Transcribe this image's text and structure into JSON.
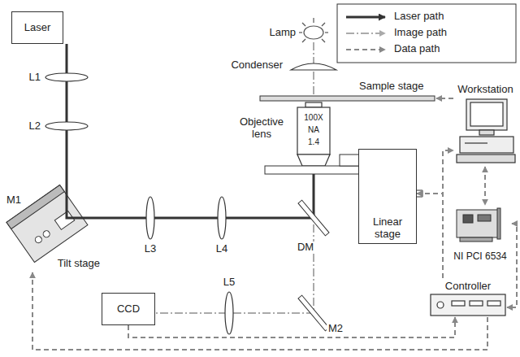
{
  "diagram": {
    "nodes": [
      {
        "text": [
          "Laser"
        ]
      },
      {
        "text": [
          "Linear stage"
        ]
      },
      {
        "text": [
          "Workstation"
        ]
      },
      {
        "text": [
          "NI PCI 6534"
        ]
      },
      {
        "text": [
          "Controller"
        ]
      },
      {
        "text": [
          "CCD"
        ]
      },
      {
        "text": [
          "Tilt stage"
        ]
      }
    ],
    "edges": [
      {
        "from": 2,
        "to": 3,
        "arrow": "both"
      },
      {
        "from": 3,
        "to": 4,
        "arrow": "both"
      },
      {
        "from": 4,
        "to": 2,
        "arrow": "to"
      },
      {
        "from": 4,
        "to": 1,
        "arrow": "to"
      },
      {
        "from": 5,
        "to": 4,
        "arrow": "to"
      },
      {
        "from": 4,
        "to": 6,
        "arrow": "to"
      }
    ],
    "labels": [
      "Lamp",
      "Condenser",
      "Sample stage",
      "Objective lens",
      "100X",
      "NA",
      "1.4",
      "L1",
      "L2",
      "M1",
      "L3",
      "L4",
      "DM",
      "L5",
      "M2"
    ],
    "legend": [
      {
        "text": "Laser path"
      },
      {
        "text": "Image path"
      },
      {
        "text": "Data path"
      }
    ]
  }
}
